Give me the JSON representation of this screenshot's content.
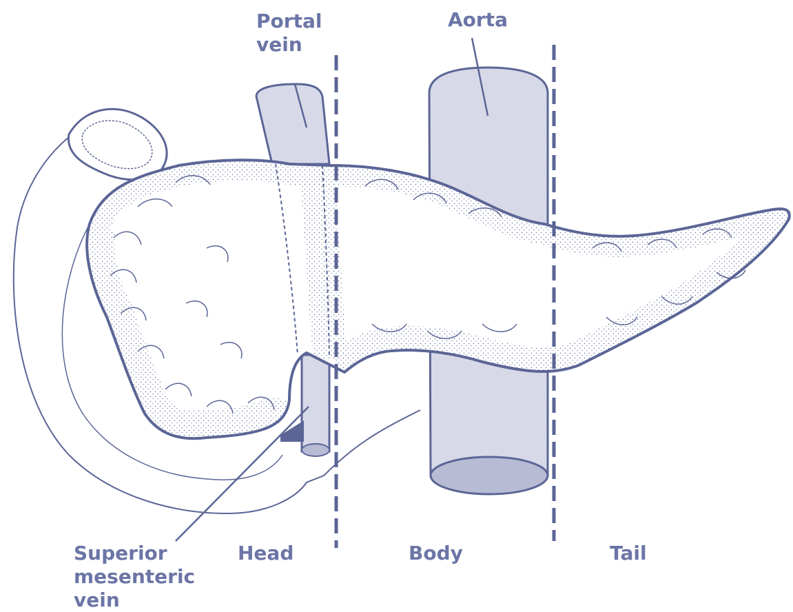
{
  "labels": {
    "portal_vein": [
      "Portal",
      "vein"
    ],
    "aorta": "Aorta",
    "superior_mesenteric_vein": [
      "Superior",
      "mesenteric",
      "vein"
    ],
    "head": "Head",
    "body": "Body",
    "tail": "Tail"
  },
  "colors": {
    "line": "#5b6596",
    "label": "#6b75a6",
    "vessel_fill": "#d7d9e8",
    "vessel_end": "#b7bbd4",
    "stipple": "#5b6596",
    "background": "#ffffff"
  }
}
